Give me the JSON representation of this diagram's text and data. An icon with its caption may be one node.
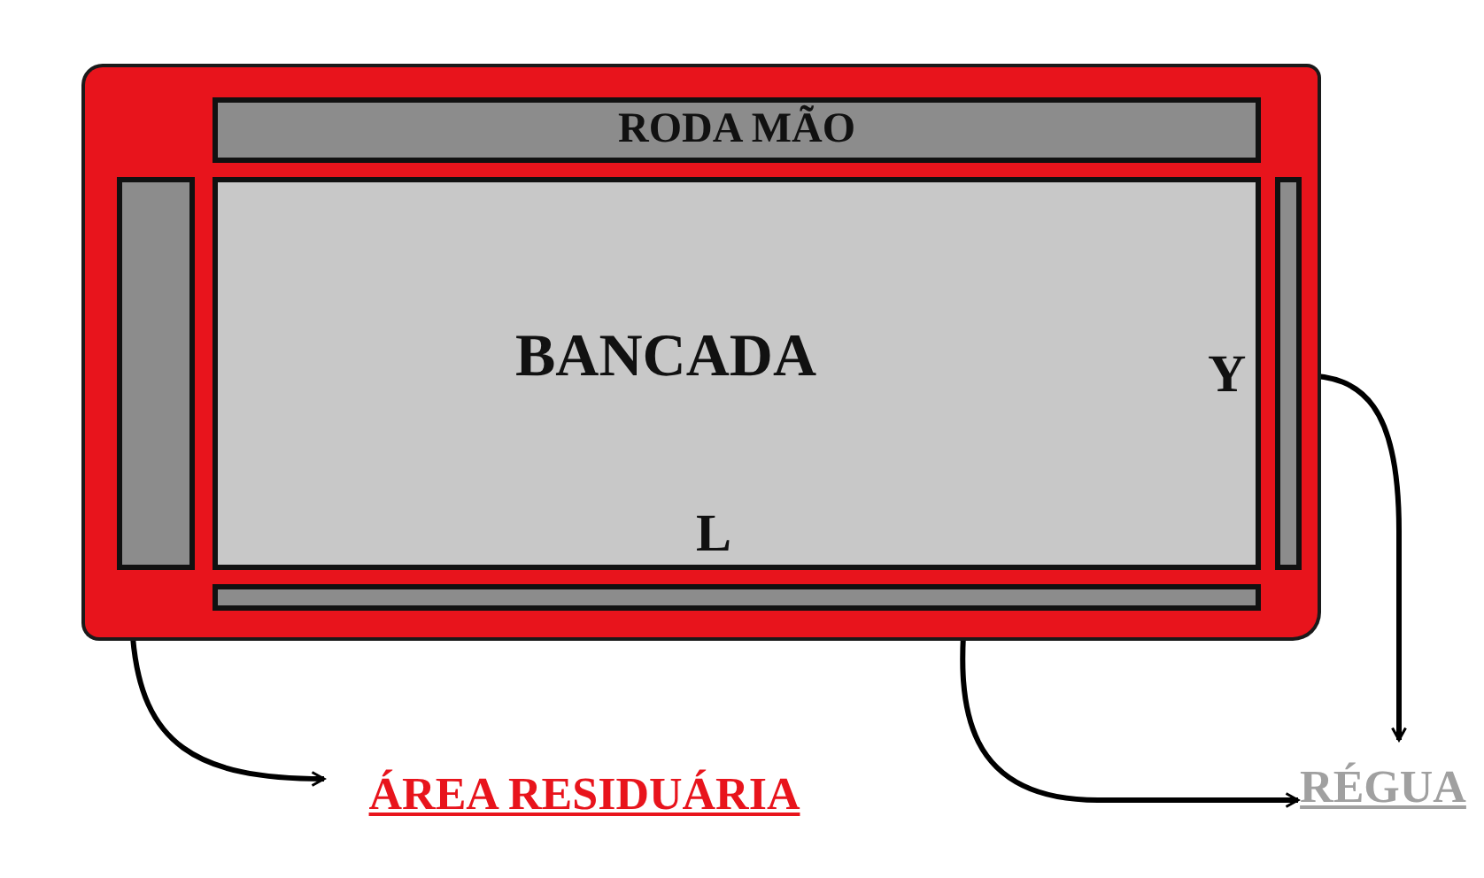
{
  "diagram": {
    "nodes": [
      {
        "text": [],
        "shape": "box"
      },
      {
        "text": [
          "RODA MÃO"
        ],
        "in": 0
      },
      {
        "text": [],
        "shape": "bar",
        "in": 0
      },
      {
        "text": [
          "BANCADA"
        ],
        "in": 0
      },
      {
        "text": [],
        "shape": "bar",
        "in": 0
      },
      {
        "text": [],
        "shape": "bar",
        "in": 0
      },
      {
        "text": [
          "ÁREA RESIDUÁRIA"
        ]
      },
      {
        "text": [
          "RÉGUA"
        ]
      }
    ],
    "edges": [
      {
        "from": 0,
        "to": 6,
        "arrow": "to"
      },
      {
        "from": 5,
        "to": 7,
        "arrow": "to"
      },
      {
        "from": 4,
        "to": 7,
        "arrow": "to"
      }
    ],
    "labels": [
      "Y",
      "L"
    ]
  }
}
